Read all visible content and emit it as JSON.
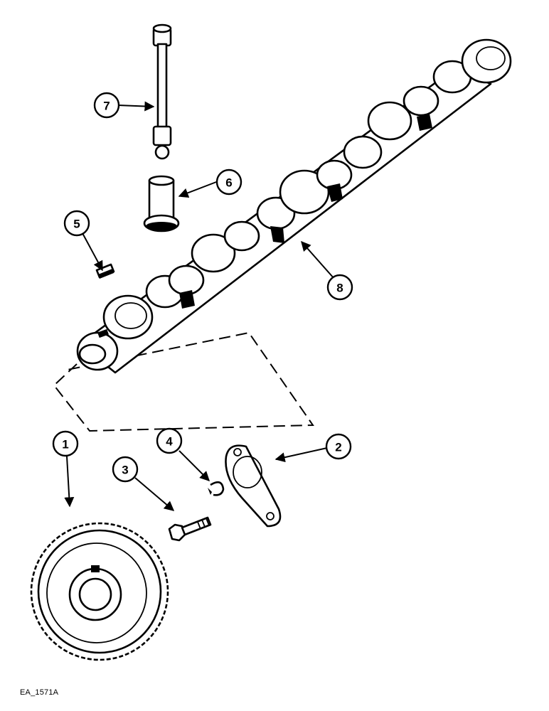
{
  "callouts": {
    "c1": "1",
    "c2": "2",
    "c3": "3",
    "c4": "4",
    "c5": "5",
    "c6": "6",
    "c7": "7",
    "c8": "8"
  },
  "reference": "EA_1571A"
}
